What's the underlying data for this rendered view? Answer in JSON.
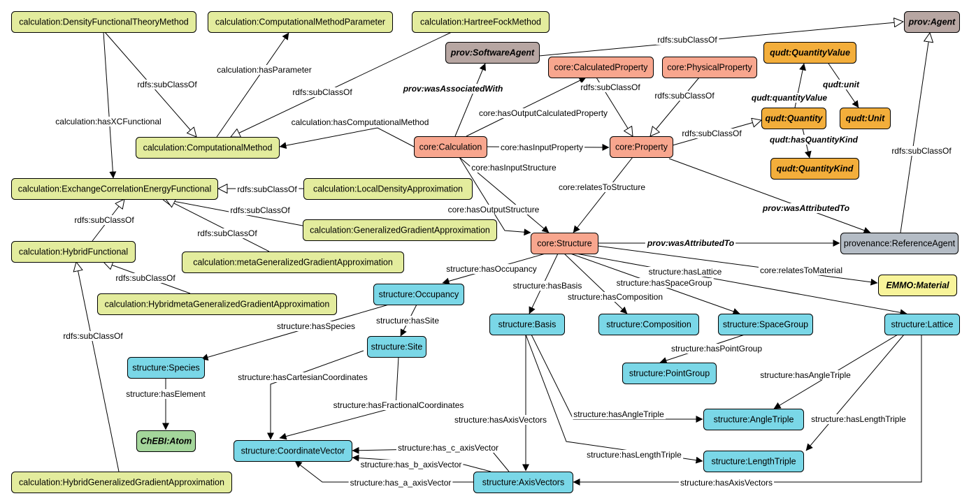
{
  "colors": {
    "calculation": "#e3ec9d",
    "core": "#f8a68e",
    "prov_agent": "#b7a6a2",
    "qudt": "#f3ae3b",
    "structure": "#7ad7e7",
    "provenance": "#b4bcc5",
    "emmo": "#f8f49a",
    "chebi": "#a4d69b"
  },
  "nodes": [
    {
      "id": "dft",
      "label": "calculation:DensityFunctionalTheoryMethod",
      "group": "calculation"
    },
    {
      "id": "cmp",
      "label": "calculation:ComputationalMethodParameter",
      "group": "calculation"
    },
    {
      "id": "hf",
      "label": "calculation:HartreeFockMethod",
      "group": "calculation"
    },
    {
      "id": "agent",
      "label": "prov:Agent",
      "group": "prov_agent",
      "italic": true
    },
    {
      "id": "sw",
      "label": "prov:SoftwareAgent",
      "group": "prov_agent",
      "italic": true
    },
    {
      "id": "cprop",
      "label": "core:CalculatedProperty",
      "group": "core"
    },
    {
      "id": "pprop",
      "label": "core:PhysicalProperty",
      "group": "core"
    },
    {
      "id": "qv",
      "label": "qudt:QuantityValue",
      "group": "qudt",
      "italic": true
    },
    {
      "id": "q",
      "label": "qudt:Quantity",
      "group": "qudt",
      "italic": true
    },
    {
      "id": "unit",
      "label": "qudt:Unit",
      "group": "qudt",
      "italic": true
    },
    {
      "id": "qk",
      "label": "qudt:QuantityKind",
      "group": "qudt",
      "italic": true
    },
    {
      "id": "cm",
      "label": "calculation:ComputationalMethod",
      "group": "calculation"
    },
    {
      "id": "calc",
      "label": "core:Calculation",
      "group": "core"
    },
    {
      "id": "prop",
      "label": "core:Property",
      "group": "core"
    },
    {
      "id": "xc",
      "label": "calculation:ExchangeCorrelationEnergyFunctional",
      "group": "calculation"
    },
    {
      "id": "lda",
      "label": "calculation:LocalDensityApproximation",
      "group": "calculation"
    },
    {
      "id": "gga",
      "label": "calculation:GeneralizedGradientApproximation",
      "group": "calculation"
    },
    {
      "id": "hyb",
      "label": "calculation:HybridFunctional",
      "group": "calculation"
    },
    {
      "id": "mgga",
      "label": "calculation:metaGeneralizedGradientApproximation",
      "group": "calculation"
    },
    {
      "id": "hmgga",
      "label": "calculation:HybridmetaGeneralizedGradientApproximation",
      "group": "calculation"
    },
    {
      "id": "hgga",
      "label": "calculation:HybridGeneralizedGradientApproximation",
      "group": "calculation"
    },
    {
      "id": "struct",
      "label": "core:Structure",
      "group": "core"
    },
    {
      "id": "ref",
      "label": "provenance:ReferenceAgent",
      "group": "provenance"
    },
    {
      "id": "emmo",
      "label": "EMMO:Material",
      "group": "emmo",
      "italic": true
    },
    {
      "id": "occ",
      "label": "structure:Occupancy",
      "group": "structure"
    },
    {
      "id": "basis",
      "label": "structure:Basis",
      "group": "structure"
    },
    {
      "id": "comp",
      "label": "structure:Composition",
      "group": "structure"
    },
    {
      "id": "sg",
      "label": "structure:SpaceGroup",
      "group": "structure"
    },
    {
      "id": "lat",
      "label": "structure:Lattice",
      "group": "structure"
    },
    {
      "id": "site",
      "label": "structure:Site",
      "group": "structure"
    },
    {
      "id": "species",
      "label": "structure:Species",
      "group": "structure"
    },
    {
      "id": "pg",
      "label": "structure:PointGroup",
      "group": "structure"
    },
    {
      "id": "atom",
      "label": "ChEBI:Atom",
      "group": "chebi",
      "italic": true
    },
    {
      "id": "angle",
      "label": "structure:AngleTriple",
      "group": "structure"
    },
    {
      "id": "cv",
      "label": "structure:CoordinateVector",
      "group": "structure"
    },
    {
      "id": "length",
      "label": "structure:LengthTriple",
      "group": "structure"
    },
    {
      "id": "axis",
      "label": "structure:AxisVectors",
      "group": "structure"
    }
  ],
  "edges": [
    {
      "id": "e1",
      "from": "dft",
      "to": "cm",
      "label": "rdfs:subClassOf",
      "kind": "subclass"
    },
    {
      "id": "e2",
      "from": "cm",
      "to": "cmp",
      "label": "calculation:hasParameter",
      "kind": "property"
    },
    {
      "id": "e3",
      "from": "hf",
      "to": "cm",
      "label": "rdfs:subClassOf",
      "kind": "subclass"
    },
    {
      "id": "e4",
      "from": "dft",
      "to": "xc",
      "label": "calculation:hasXCFunctional",
      "kind": "property"
    },
    {
      "id": "e5",
      "from": "calc",
      "to": "cm",
      "label": "calculation:hasComputationalMethod",
      "kind": "property"
    },
    {
      "id": "e6",
      "from": "sw",
      "to": "agent",
      "label": "rdfs:subClassOf",
      "kind": "subclass"
    },
    {
      "id": "e7",
      "from": "calc",
      "to": "sw",
      "label": "prov:wasAssociatedWith",
      "kind": "property",
      "italic": true
    },
    {
      "id": "e8",
      "from": "calc",
      "to": "cprop",
      "label": "core:hasOutputCalculatedProperty",
      "kind": "property"
    },
    {
      "id": "e9",
      "from": "cprop",
      "to": "prop",
      "label": "rdfs:subClassOf",
      "kind": "subclass"
    },
    {
      "id": "e10",
      "from": "pprop",
      "to": "prop",
      "label": "rdfs:subClassOf",
      "kind": "subclass"
    },
    {
      "id": "e11",
      "from": "prop",
      "to": "q",
      "label": "rdfs:subClassOf",
      "kind": "subclass"
    },
    {
      "id": "e12",
      "from": "q",
      "to": "qv",
      "label": "qudt:quantityValue",
      "kind": "property",
      "italic": true
    },
    {
      "id": "e13",
      "from": "qv",
      "to": "unit",
      "label": "qudt:unit",
      "kind": "property",
      "italic": true
    },
    {
      "id": "e14",
      "from": "q",
      "to": "qk",
      "label": "qudt:hasQuantityKind",
      "kind": "property",
      "italic": true
    },
    {
      "id": "e15",
      "from": "calc",
      "to": "prop",
      "label": "core:hasInputProperty",
      "kind": "property"
    },
    {
      "id": "e16",
      "from": "calc",
      "to": "struct",
      "label": "core:hasInputStructure",
      "kind": "property"
    },
    {
      "id": "e17",
      "from": "calc",
      "to": "struct",
      "label": "core:hasOutputStructure",
      "kind": "property"
    },
    {
      "id": "e18",
      "from": "prop",
      "to": "struct",
      "label": "core:relatesToStructure",
      "kind": "property"
    },
    {
      "id": "e19",
      "from": "prop",
      "to": "ref",
      "label": "prov:wasAttributedTo",
      "kind": "property",
      "italic": true
    },
    {
      "id": "e20",
      "from": "ref",
      "to": "agent",
      "label": "rdfs:subClassOf",
      "kind": "subclass"
    },
    {
      "id": "e21",
      "from": "lda",
      "to": "xc",
      "label": "rdfs:subClassOf",
      "kind": "subclass"
    },
    {
      "id": "e22",
      "from": "gga",
      "to": "xc",
      "label": "rdfs:subClassOf",
      "kind": "subclass"
    },
    {
      "id": "e23",
      "from": "mgga",
      "to": "xc",
      "label": "rdfs:subClassOf",
      "kind": "subclass"
    },
    {
      "id": "e24",
      "from": "hyb",
      "to": "xc",
      "label": "rdfs:subClassOf",
      "kind": "subclass"
    },
    {
      "id": "e25",
      "from": "hmgga",
      "to": "hyb",
      "label": "rdfs:subClassOf",
      "kind": "subclass"
    },
    {
      "id": "e26",
      "from": "hgga",
      "to": "hyb",
      "label": "rdfs:subClassOf",
      "kind": "subclass"
    },
    {
      "id": "e27",
      "from": "struct",
      "to": "ref",
      "label": "prov:wasAttributedTo",
      "kind": "property",
      "italic": true
    },
    {
      "id": "e28",
      "from": "struct",
      "to": "emmo",
      "label": "core:relatesToMaterial",
      "kind": "property"
    },
    {
      "id": "e29",
      "from": "struct",
      "to": "occ",
      "label": "structure:hasOccupancy",
      "kind": "property"
    },
    {
      "id": "e30",
      "from": "struct",
      "to": "basis",
      "label": "structure:hasBasis",
      "kind": "property"
    },
    {
      "id": "e31",
      "from": "struct",
      "to": "comp",
      "label": "structure:hasComposition",
      "kind": "property"
    },
    {
      "id": "e32",
      "from": "struct",
      "to": "sg",
      "label": "structure:hasSpaceGroup",
      "kind": "property"
    },
    {
      "id": "e33",
      "from": "struct",
      "to": "lat",
      "label": "structure:hasLattice",
      "kind": "property"
    },
    {
      "id": "e34",
      "from": "occ",
      "to": "species",
      "label": "structure:hasSpecies",
      "kind": "property"
    },
    {
      "id": "e35",
      "from": "occ",
      "to": "site",
      "label": "structure:hasSite",
      "kind": "property"
    },
    {
      "id": "e36",
      "from": "sg",
      "to": "pg",
      "label": "structure:hasPointGroup",
      "kind": "property"
    },
    {
      "id": "e37",
      "from": "species",
      "to": "atom",
      "label": "structure:hasElement",
      "kind": "property"
    },
    {
      "id": "e38",
      "from": "site",
      "to": "cv",
      "label": "structure:hasCartesianCoordinates",
      "kind": "property"
    },
    {
      "id": "e39",
      "from": "site",
      "to": "cv",
      "label": "structure:hasFractionalCoordinates",
      "kind": "property"
    },
    {
      "id": "e40",
      "from": "basis",
      "to": "axis",
      "label": "structure:hasAxisVectors",
      "kind": "property"
    },
    {
      "id": "e41",
      "from": "basis",
      "to": "angle",
      "label": "structure:hasAngleTriple",
      "kind": "property"
    },
    {
      "id": "e42",
      "from": "basis",
      "to": "length",
      "label": "structure:hasLengthTriple",
      "kind": "property"
    },
    {
      "id": "e43",
      "from": "lat",
      "to": "angle",
      "label": "structure:hasAngleTriple",
      "kind": "property"
    },
    {
      "id": "e44",
      "from": "lat",
      "to": "length",
      "label": "structure:hasLengthTriple",
      "kind": "property"
    },
    {
      "id": "e45",
      "from": "lat",
      "to": "axis",
      "label": "structure:hasAxisVectors",
      "kind": "property"
    },
    {
      "id": "e46",
      "from": "axis",
      "to": "cv",
      "label": "structure:has_c_axisVector",
      "kind": "property"
    },
    {
      "id": "e47",
      "from": "axis",
      "to": "cv",
      "label": "structure:has_b_axisVector",
      "kind": "property"
    },
    {
      "id": "e48",
      "from": "axis",
      "to": "cv",
      "label": "structure:has_a_axisVector",
      "kind": "property"
    }
  ]
}
